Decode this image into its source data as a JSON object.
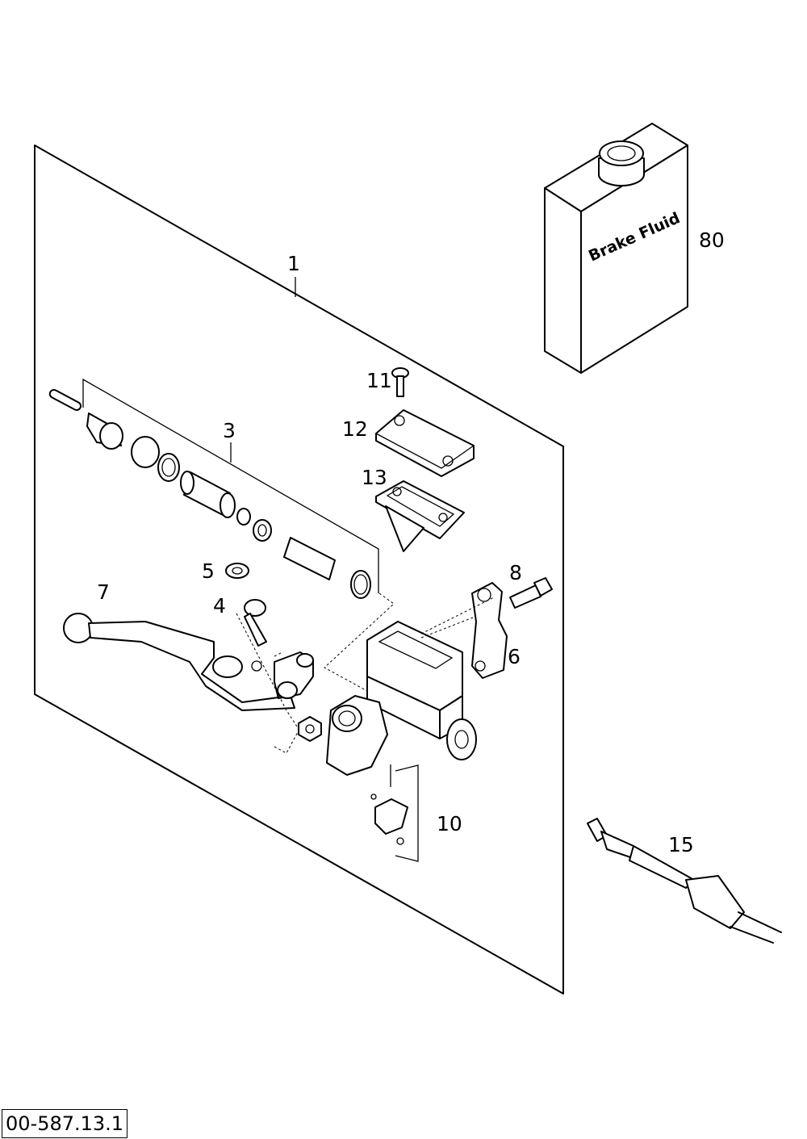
{
  "diagram": {
    "document_number": "00-587.13.1",
    "bottle_label": "Brake Fluid",
    "callouts": [
      {
        "id": "1",
        "text": "1"
      },
      {
        "id": "3",
        "text": "3"
      },
      {
        "id": "4",
        "text": "4"
      },
      {
        "id": "5",
        "text": "5"
      },
      {
        "id": "6",
        "text": "6"
      },
      {
        "id": "7",
        "text": "7"
      },
      {
        "id": "8",
        "text": "8"
      },
      {
        "id": "10",
        "text": "10"
      },
      {
        "id": "11",
        "text": "11"
      },
      {
        "id": "12",
        "text": "12"
      },
      {
        "id": "13",
        "text": "13"
      },
      {
        "id": "15",
        "text": "15"
      },
      {
        "id": "80",
        "text": "80"
      }
    ]
  }
}
